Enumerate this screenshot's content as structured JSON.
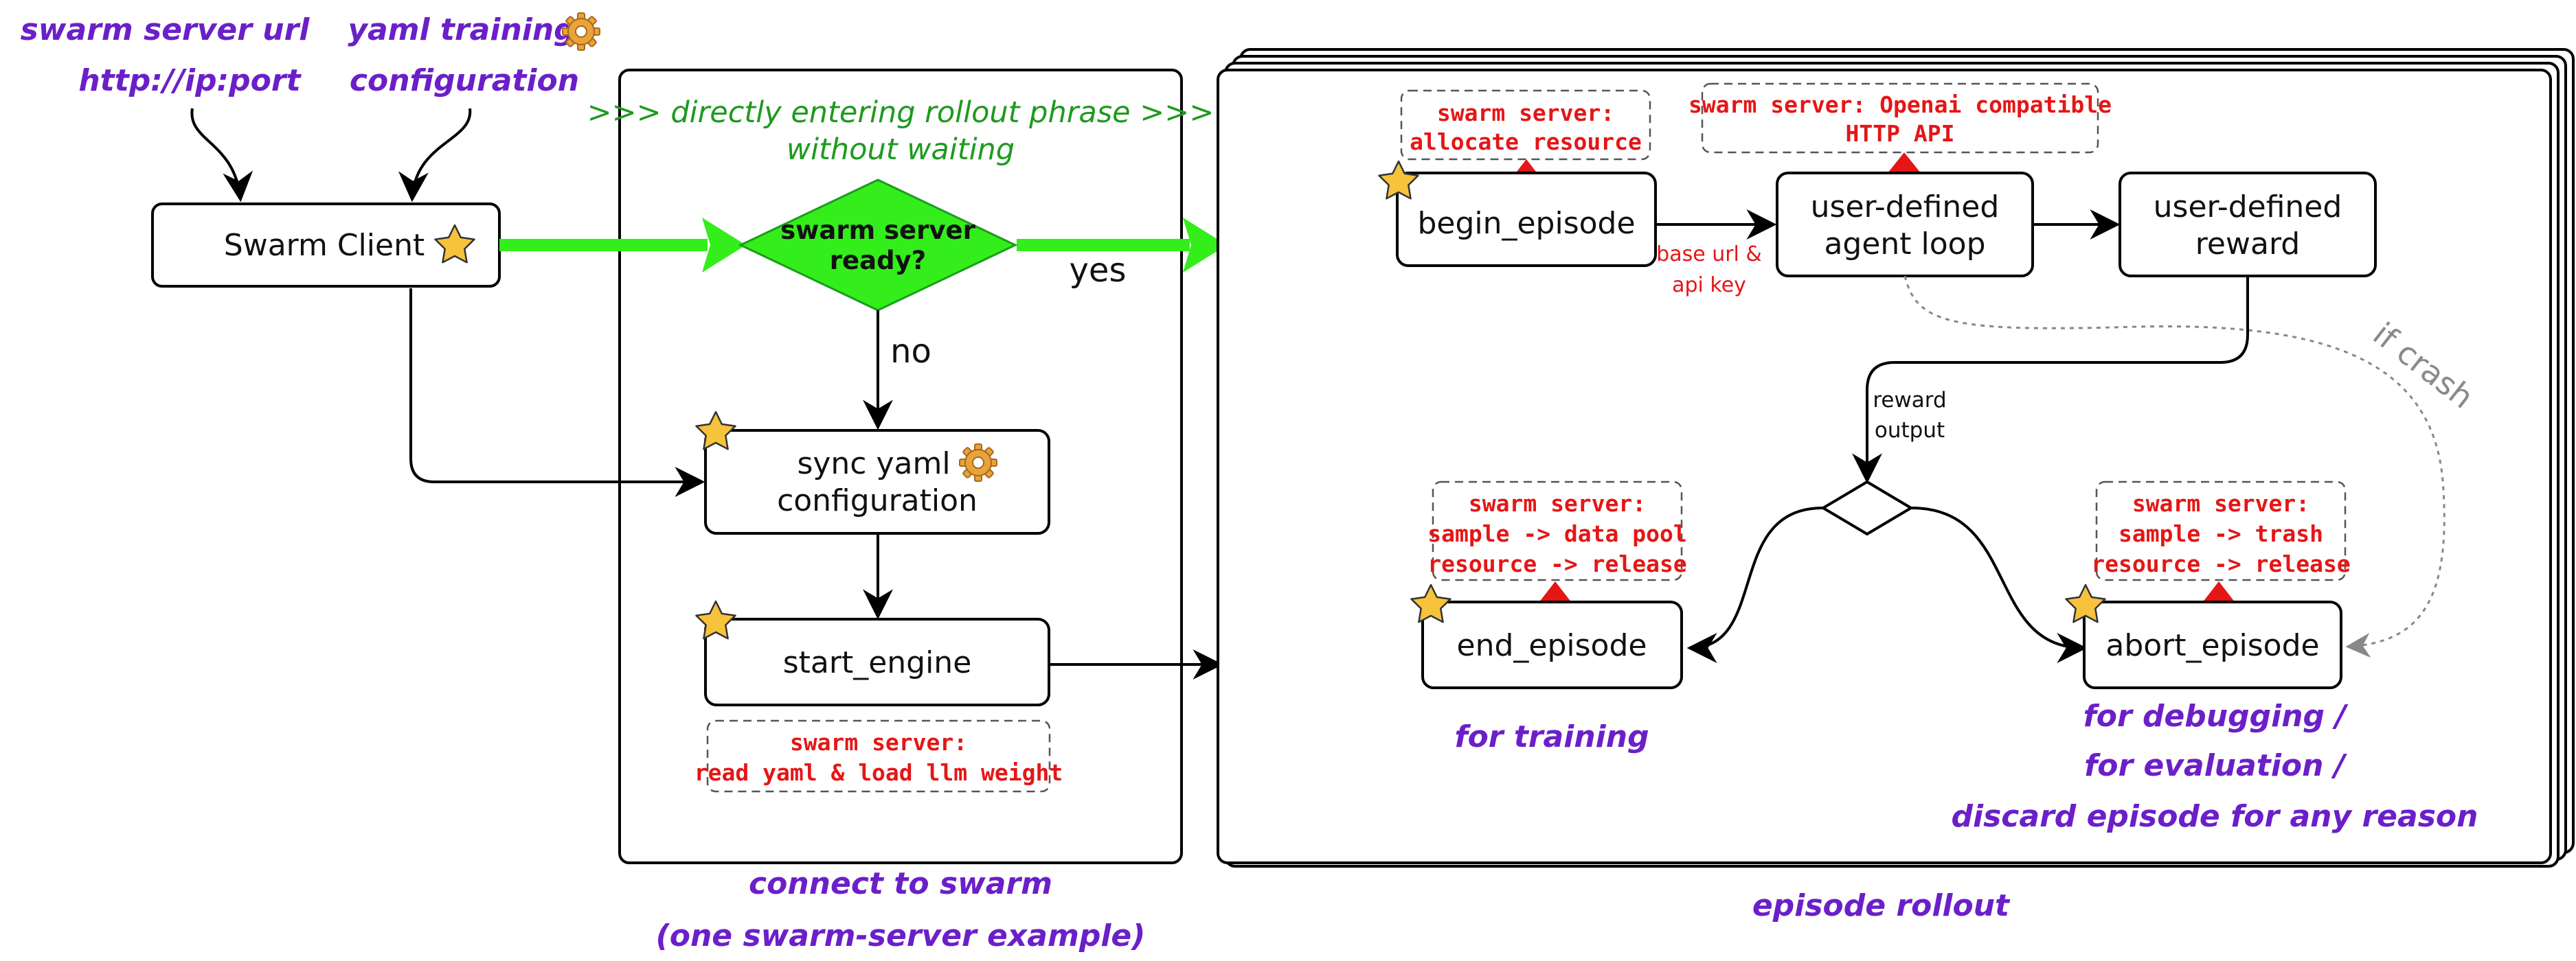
{
  "inputs": {
    "swarm_url_label_1": "swarm server url",
    "swarm_url_label_2": "http://ip:port",
    "yaml_label_1": "yaml training",
    "yaml_label_2": "configuration"
  },
  "client": {
    "label": "Swarm Client"
  },
  "connect_panel": {
    "header_1": ">>> directly entering rollout phrase >>>",
    "header_2": "without waiting",
    "decision_1": "swarm server",
    "decision_2": "ready?",
    "yes_label": "yes",
    "no_label": "no",
    "sync_1": "sync yaml",
    "sync_2": "configuration",
    "start_engine": "start_engine",
    "engine_note_1": "swarm server:",
    "engine_note_2": "read yaml & load llm weight",
    "caption_1": "connect to swarm",
    "caption_2": "(one swarm-server example)"
  },
  "rollout_panel": {
    "begin_episode": "begin_episode",
    "begin_note_1": "swarm server:",
    "begin_note_2": "allocate resource",
    "agent_1": "user-defined",
    "agent_2": "agent loop",
    "agent_note_1": "swarm server: Openai compatible",
    "agent_note_2": "HTTP API",
    "base_url_1": "base url &",
    "base_url_2": "api key",
    "reward_1": "user-defined",
    "reward_2": "reward",
    "reward_output_1": "reward",
    "reward_output_2": "output",
    "if_crash": "if crash",
    "end_episode": "end_episode",
    "end_note_1": "swarm server:",
    "end_note_2": "sample -> data pool",
    "end_note_3": "resource -> release",
    "end_caption": "for training",
    "abort_episode": "abort_episode",
    "abort_note_1": "swarm server:",
    "abort_note_2": "sample -> trash",
    "abort_note_3": "resource -> release",
    "abort_caption_1": "for debugging /",
    "abort_caption_2": "for evaluation /",
    "abort_caption_3": "discard episode for any reason",
    "caption": "episode rollout"
  },
  "icon_names": [
    "star-icon",
    "gear-icon"
  ],
  "colors": {
    "purple_label": "#6b1fc9",
    "green_text": "#1e9a1e",
    "green_arrow": "#33ee1a",
    "decision_fill": "#33ee1a",
    "red_note": "#e51616",
    "star_fill": "#f7c23c",
    "gear_fill": "#e8a33a"
  }
}
